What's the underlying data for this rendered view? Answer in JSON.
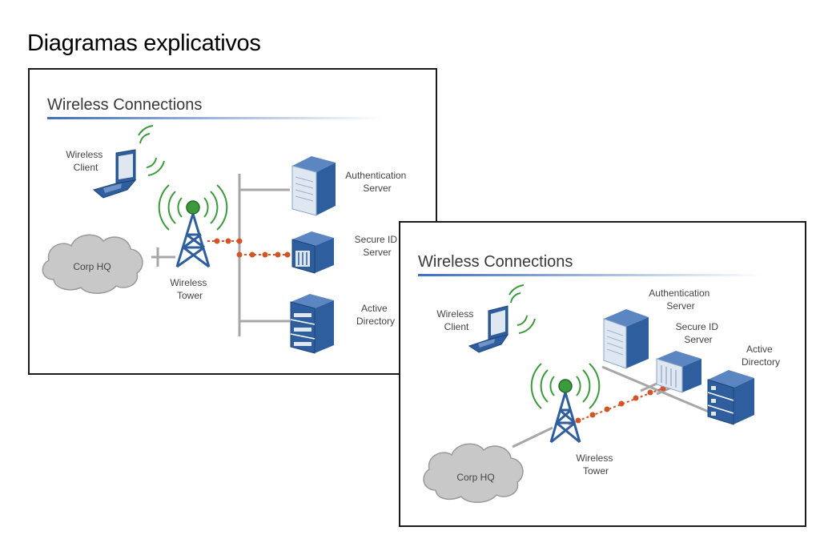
{
  "page": {
    "title": "Diagramas explicativos"
  },
  "colors": {
    "server_blue": "#2f5e9e",
    "server_light": "#dfe7f1",
    "wireless_green": "#3b9a3b",
    "link_orange": "#d2552a",
    "line_gray": "#a7a7a7",
    "cloud_gray": "#c8c8c8",
    "accent_rule": "#4f7cc4"
  },
  "diagram_flat": {
    "heading": "Wireless Connections",
    "nodes": {
      "client": [
        "Wireless",
        "Client"
      ],
      "tower": [
        "Wireless",
        "Tower"
      ],
      "cloud": "Corp HQ",
      "auth": [
        "Authentication",
        "Server"
      ],
      "secure": [
        "Secure ID",
        "Server"
      ],
      "directory": [
        "Active",
        "Directory"
      ]
    }
  },
  "diagram_iso": {
    "heading": "Wireless Connections",
    "nodes": {
      "client": [
        "Wireless",
        "Client"
      ],
      "tower": [
        "Wireless",
        "Tower"
      ],
      "cloud": "Corp HQ",
      "auth": [
        "Authentication",
        "Server"
      ],
      "secure": [
        "Secure ID",
        "Server"
      ],
      "directory": [
        "Active",
        "Directory"
      ]
    }
  }
}
